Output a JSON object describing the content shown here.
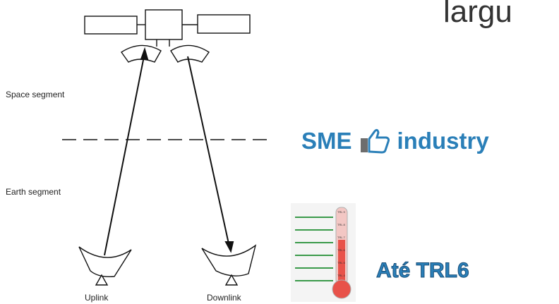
{
  "header": {
    "title_fragment": "largu"
  },
  "diagram": {
    "space_segment_label": "Space segment",
    "earth_segment_label": "Earth segment",
    "uplink_label": "Uplink",
    "downlink_label": "Downlink"
  },
  "sme_line": {
    "left_text": "SME",
    "icon": "thumbs-up-icon",
    "right_text": "industry"
  },
  "trl": {
    "label": "Até TRL6",
    "thermometer_levels": [
      "TRL 9",
      "TRL 8",
      "TRL 7",
      "TRL 6",
      "TRL 5",
      "TRL 4"
    ]
  },
  "colors": {
    "accent": "#2a7fb8",
    "thermo_red": "#e8524a"
  }
}
